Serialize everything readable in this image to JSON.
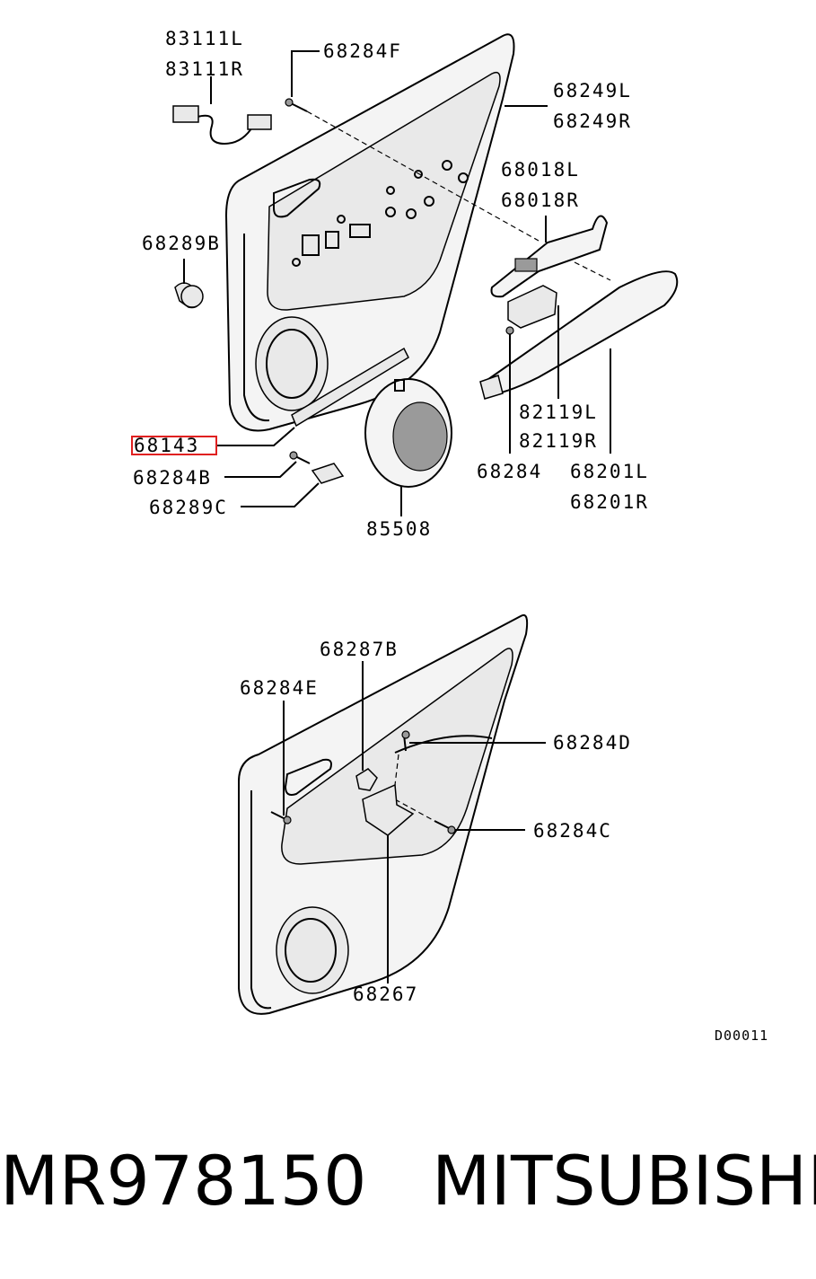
{
  "callouts_top": {
    "c83111L": "83111L",
    "c83111R": "83111R",
    "c68284F": "68284F",
    "c68249L": "68249L",
    "c68249R": "68249R",
    "c68018L": "68018L",
    "c68018R": "68018R",
    "c68289B": "68289B",
    "c68143": "68143",
    "c68284B": "68284B",
    "c68289C": "68289C",
    "c85508": "85508",
    "c82119L": "82119L",
    "c82119R": "82119R",
    "c68284": "68284",
    "c68201L": "68201L",
    "c68201R": "68201R"
  },
  "callouts_bottom": {
    "c68287B": "68287B",
    "c68284E": "68284E",
    "c68284D": "68284D",
    "c68284C": "68284C",
    "c68267": "68267"
  },
  "diagram_code": "D00011",
  "highlight_color": "#e02020",
  "footer": {
    "part_number": "MR978150",
    "brand": "MITSUBISHI"
  }
}
